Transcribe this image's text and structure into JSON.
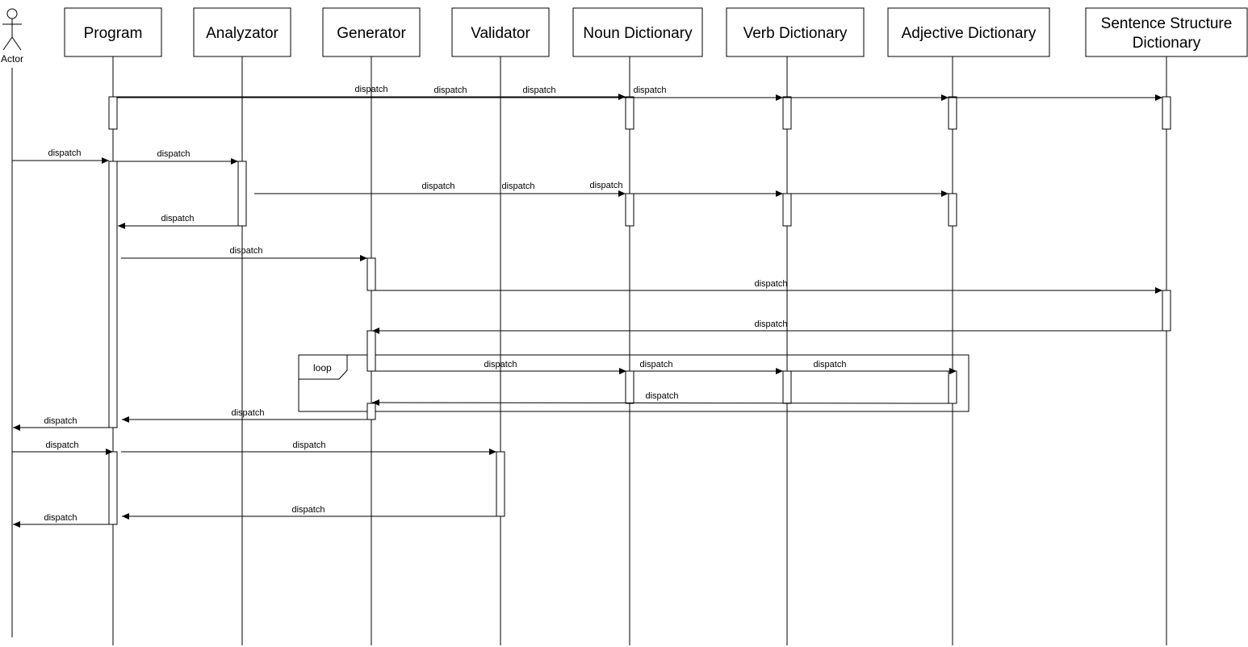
{
  "actor": {
    "name": "Actor",
    "icon": "stick-figure-icon"
  },
  "participants": [
    {
      "id": "program",
      "lines": [
        "Program"
      ]
    },
    {
      "id": "analyzator",
      "lines": [
        "Analyzator"
      ]
    },
    {
      "id": "generator",
      "lines": [
        "Generator"
      ]
    },
    {
      "id": "validator",
      "lines": [
        "Validator"
      ]
    },
    {
      "id": "noun",
      "lines": [
        "Noun Dictionary"
      ]
    },
    {
      "id": "verb",
      "lines": [
        "Verb Dictionary"
      ]
    },
    {
      "id": "adjective",
      "lines": [
        "Adjective Dictionary"
      ]
    },
    {
      "id": "structure",
      "lines": [
        "Sentence Structure",
        "Dictionary"
      ]
    }
  ],
  "fragment": {
    "label": "loop"
  },
  "messages": [
    {
      "from": "program",
      "to": "noun",
      "label": "dispatch"
    },
    {
      "from": "program",
      "to": "verb",
      "label": "dispatch"
    },
    {
      "from": "program",
      "to": "adjective",
      "label": "dispatch"
    },
    {
      "from": "program",
      "to": "structure",
      "label": "dispatch"
    },
    {
      "from": "actor",
      "to": "program",
      "label": "dispatch"
    },
    {
      "from": "program",
      "to": "analyzator",
      "label": "dispatch"
    },
    {
      "from": "analyzator",
      "to": "noun",
      "label": "dispatch"
    },
    {
      "from": "analyzator",
      "to": "verb",
      "label": "dispatch"
    },
    {
      "from": "analyzator",
      "to": "adjective",
      "label": "dispatch"
    },
    {
      "from": "analyzator",
      "to": "program",
      "label": "dispatch"
    },
    {
      "from": "program",
      "to": "generator",
      "label": "dispatch"
    },
    {
      "from": "generator",
      "to": "structure",
      "label": "dispatch"
    },
    {
      "from": "structure",
      "to": "generator",
      "label": "dispatch"
    },
    {
      "from": "generator",
      "to": "noun",
      "label": "dispatch"
    },
    {
      "from": "noun",
      "to": "verb",
      "label": "dispatch"
    },
    {
      "from": "verb",
      "to": "adjective",
      "label": "dispatch"
    },
    {
      "from": "adjective",
      "to": "generator",
      "label": "dispatch"
    },
    {
      "from": "generator",
      "to": "program",
      "label": "dispatch"
    },
    {
      "from": "program",
      "to": "actor",
      "label": "dispatch"
    },
    {
      "from": "actor",
      "to": "program",
      "label": "dispatch"
    },
    {
      "from": "program",
      "to": "validator",
      "label": "dispatch"
    },
    {
      "from": "validator",
      "to": "program",
      "label": "dispatch"
    },
    {
      "from": "program",
      "to": "actor",
      "label": "dispatch"
    }
  ]
}
